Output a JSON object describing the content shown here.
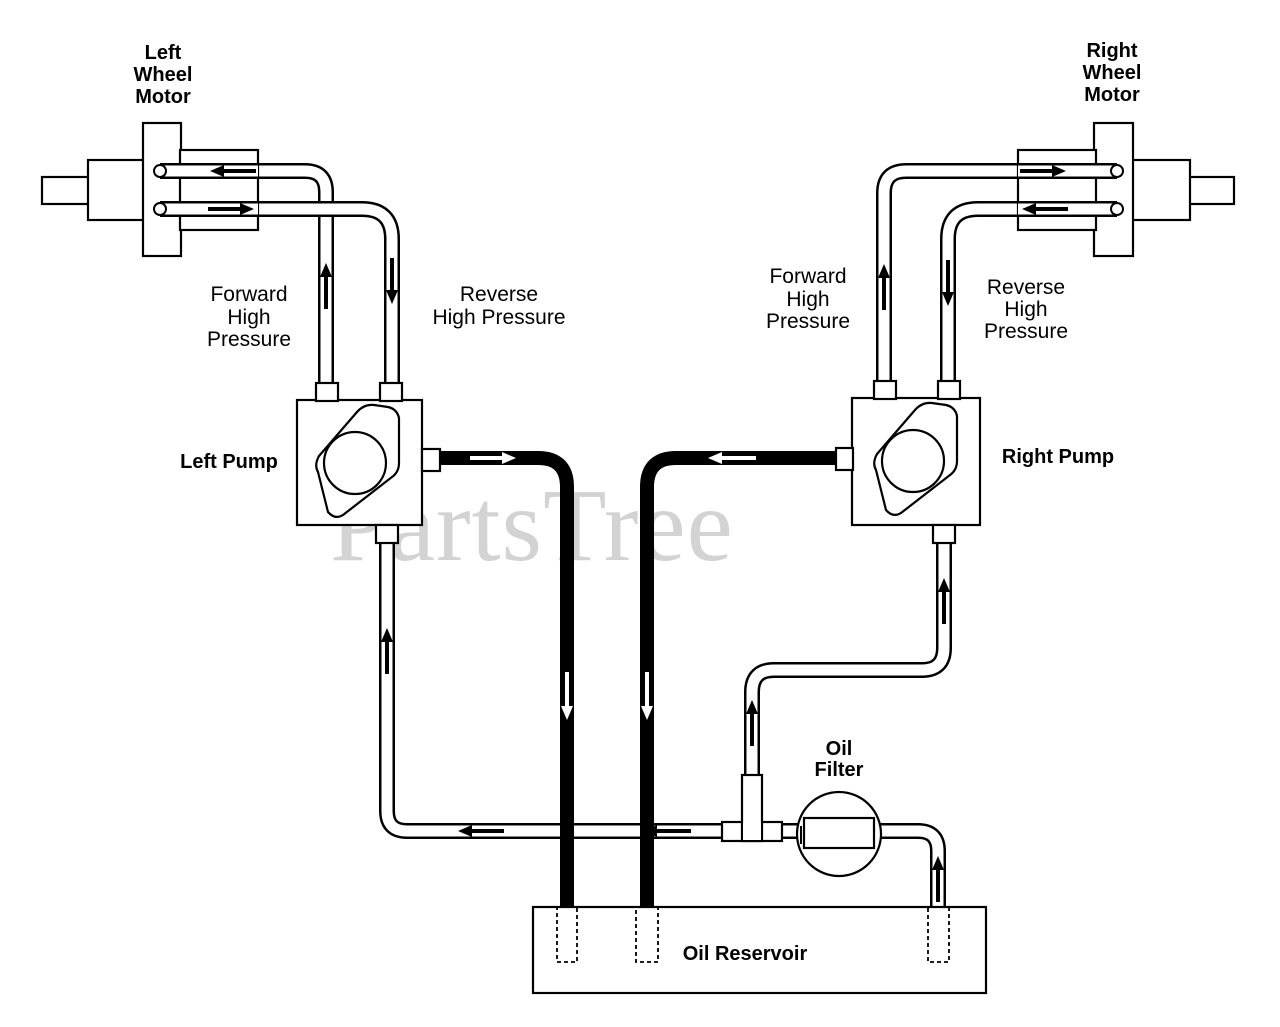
{
  "labels": {
    "left_motor": [
      "Left",
      "Wheel",
      "Motor"
    ],
    "right_motor": [
      "Right",
      "Wheel",
      "Motor"
    ],
    "left_forward": [
      "Forward",
      "High",
      "Pressure"
    ],
    "left_reverse": [
      "Reverse",
      "High Pressure"
    ],
    "right_forward": [
      "Forward",
      "High",
      "Pressure"
    ],
    "right_reverse": [
      "Reverse",
      "High",
      "Pressure"
    ],
    "left_pump": "Left Pump",
    "right_pump": "Right Pump",
    "oil_filter": [
      "Oil",
      "Filter"
    ],
    "oil_reservoir": "Oil Reservoir"
  },
  "watermark": "PartsTree"
}
